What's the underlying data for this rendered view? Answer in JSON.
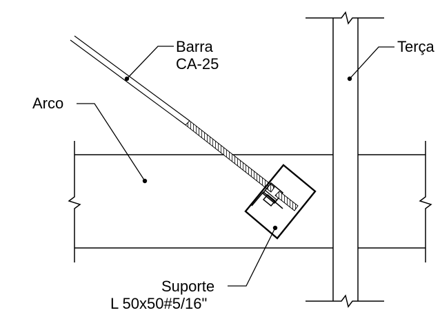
{
  "labels": {
    "barra_line1": "Barra",
    "barra_line2": "CA-25",
    "terca": "Terça",
    "arco": "Arco",
    "suporte_line1": "Suporte",
    "suporte_line2": "L 50x50#5/16\""
  },
  "colors": {
    "stroke": "#000000",
    "background": "#ffffff"
  }
}
